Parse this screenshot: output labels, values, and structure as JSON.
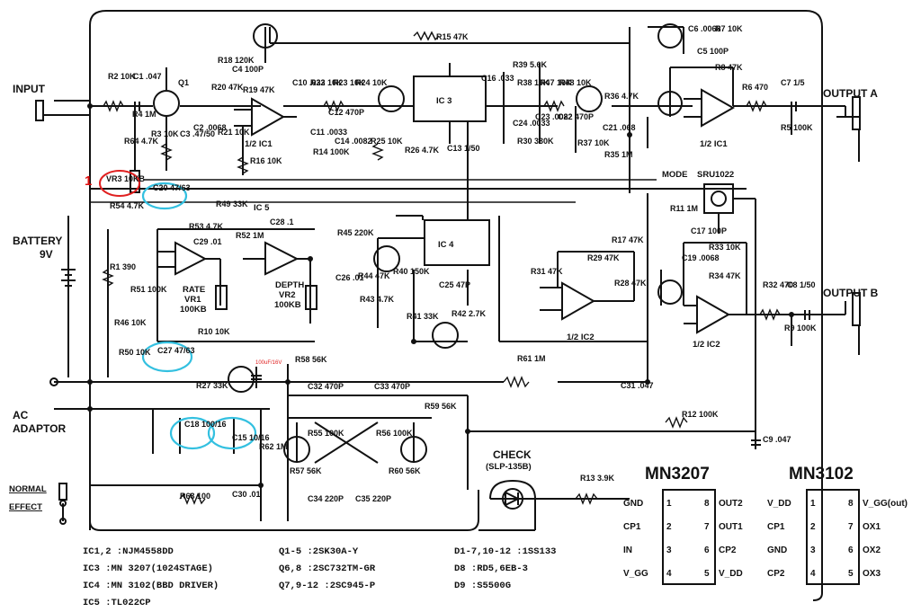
{
  "io": {
    "input": "INPUT",
    "output_a": "OUTPUT A",
    "output_b": "OUTPUT B",
    "battery": "BATTERY",
    "battery_v": "9V",
    "ac": "AC",
    "adaptor": "ADAPTOR",
    "normal": "NORMAL",
    "effect": "EFFECT",
    "check": "CHECK",
    "check_part": "(SLP-135B)",
    "mode": "MODE",
    "mode_part": "SRU1022"
  },
  "annotations": {
    "marker_1": "1",
    "small_red_note": "100uF/16V"
  },
  "controls": {
    "rate": "RATE",
    "rate_vr": "VR1",
    "rate_val": "100KB",
    "depth": "DEPTH",
    "depth_vr": "VR2",
    "depth_val": "100KB"
  },
  "ic_labels": {
    "ic1_half_a": "1/2 IC1",
    "ic1_half_b": "1/2 IC1",
    "ic2_half_a": "1/2  IC2",
    "ic2_half_b": "1/2  IC2",
    "ic3": "IC 3",
    "ic4": "IC 4",
    "ic5": "IC 5"
  },
  "components": [
    {
      "id": "R2",
      "v": "10K"
    },
    {
      "id": "C1",
      "v": ".047"
    },
    {
      "id": "Q1",
      "v": ""
    },
    {
      "id": "R4",
      "v": "1M"
    },
    {
      "id": "R3",
      "v": "10K"
    },
    {
      "id": "C3",
      "v": ".47/50"
    },
    {
      "id": "C2",
      "v": ".0068"
    },
    {
      "id": "R20",
      "v": "47K"
    },
    {
      "id": "R21",
      "v": "10K"
    },
    {
      "id": "R18",
      "v": "120K"
    },
    {
      "id": "C4",
      "v": "100P"
    },
    {
      "id": "R19",
      "v": "47K"
    },
    {
      "id": "R16",
      "v": "10K"
    },
    {
      "id": "R15",
      "v": "47K"
    },
    {
      "id": "C10",
      "v": ".033"
    },
    {
      "id": "R22",
      "v": "10K"
    },
    {
      "id": "R23",
      "v": "10K"
    },
    {
      "id": "R24",
      "v": "10K"
    },
    {
      "id": "C11",
      "v": ".0033"
    },
    {
      "id": "C12",
      "v": "470P"
    },
    {
      "id": "C14",
      "v": ".0082"
    },
    {
      "id": "R14",
      "v": "100K"
    },
    {
      "id": "R25",
      "v": "10K"
    },
    {
      "id": "R26",
      "v": "4.7K"
    },
    {
      "id": "C13",
      "v": "1/50"
    },
    {
      "id": "C16",
      "v": ".033"
    },
    {
      "id": "R39",
      "v": "5.6K"
    },
    {
      "id": "R38",
      "v": "10K"
    },
    {
      "id": "R47",
      "v": "10K"
    },
    {
      "id": "R48",
      "v": "10K"
    },
    {
      "id": "C24",
      "v": ".0033"
    },
    {
      "id": "C23",
      "v": ".0082"
    },
    {
      "id": "C22",
      "v": "470P"
    },
    {
      "id": "R30",
      "v": "330K"
    },
    {
      "id": "R37",
      "v": "10K"
    },
    {
      "id": "R36",
      "v": "4.7K"
    },
    {
      "id": "C21",
      "v": ".068"
    },
    {
      "id": "R35",
      "v": "1M"
    },
    {
      "id": "C6",
      "v": ".0068"
    },
    {
      "id": "R7",
      "v": "10K"
    },
    {
      "id": "C5",
      "v": "100P"
    },
    {
      "id": "R8",
      "v": "47K"
    },
    {
      "id": "R6",
      "v": "470"
    },
    {
      "id": "C7",
      "v": "1/5"
    },
    {
      "id": "R5",
      "v": "100K"
    },
    {
      "id": "R54",
      "v": "4.7K"
    },
    {
      "id": "R64",
      "v": "4.7K"
    },
    {
      "id": "VR3",
      "v": "10KB"
    },
    {
      "id": "C20",
      "v": "47/63"
    },
    {
      "id": "R49",
      "v": "33K"
    },
    {
      "id": "R53",
      "v": "4.7K"
    },
    {
      "id": "C29",
      "v": ".01"
    },
    {
      "id": "R52",
      "v": "1M"
    },
    {
      "id": "C28",
      "v": ".1"
    },
    {
      "id": "R51",
      "v": "100K"
    },
    {
      "id": "R10",
      "v": "10K"
    },
    {
      "id": "R45",
      "v": "220K"
    },
    {
      "id": "R44",
      "v": "47K"
    },
    {
      "id": "R43",
      "v": "4.7K"
    },
    {
      "id": "C26",
      "v": ".01"
    },
    {
      "id": "R40",
      "v": "150K"
    },
    {
      "id": "R41",
      "v": "33K"
    },
    {
      "id": "R42",
      "v": "2.7K"
    },
    {
      "id": "C25",
      "v": "47P"
    },
    {
      "id": "R17",
      "v": "47K"
    },
    {
      "id": "R29",
      "v": "47K"
    },
    {
      "id": "R31",
      "v": "47K"
    },
    {
      "id": "R28",
      "v": "47K"
    },
    {
      "id": "R11",
      "v": "1M"
    },
    {
      "id": "C17",
      "v": "100P"
    },
    {
      "id": "C19",
      "v": ".0068"
    },
    {
      "id": "R33",
      "v": "10K"
    },
    {
      "id": "R34",
      "v": "47K"
    },
    {
      "id": "R32",
      "v": "470"
    },
    {
      "id": "C8",
      "v": "1/50"
    },
    {
      "id": "R9",
      "v": "100K"
    },
    {
      "id": "R1",
      "v": "390"
    },
    {
      "id": "R46",
      "v": "10K"
    },
    {
      "id": "C27",
      "v": "47/63"
    },
    {
      "id": "R50",
      "v": "10K"
    },
    {
      "id": "R58",
      "v": "56K"
    },
    {
      "id": "R61",
      "v": "1M"
    },
    {
      "id": "C31",
      "v": ".047"
    },
    {
      "id": "R27",
      "v": "33K"
    },
    {
      "id": "C18",
      "v": "100/16"
    },
    {
      "id": "C15",
      "v": "10/16"
    },
    {
      "id": "R62",
      "v": "1M"
    },
    {
      "id": "C32",
      "v": "470P"
    },
    {
      "id": "C33",
      "v": "470P"
    },
    {
      "id": "R55",
      "v": "100K"
    },
    {
      "id": "R56",
      "v": "100K"
    },
    {
      "id": "R59",
      "v": "56K"
    },
    {
      "id": "R57",
      "v": "56K"
    },
    {
      "id": "R60",
      "v": "56K"
    },
    {
      "id": "C34",
      "v": "220P"
    },
    {
      "id": "C35",
      "v": "220P"
    },
    {
      "id": "R12",
      "v": "100K"
    },
    {
      "id": "C9",
      "v": ".047"
    },
    {
      "id": "R63",
      "v": "100"
    },
    {
      "id": "C30",
      "v": ".01"
    },
    {
      "id": "R13",
      "v": "3.9K"
    }
  ],
  "chips": [
    {
      "name": "MN3207",
      "left": [
        "GND",
        "CP1",
        "IN",
        "V_GG"
      ],
      "left_nums": [
        "1",
        "2",
        "3",
        "4"
      ],
      "right": [
        "OUT2",
        "OUT1",
        "CP2",
        "V_DD"
      ],
      "right_nums": [
        "8",
        "7",
        "6",
        "5"
      ]
    },
    {
      "name": "MN3102",
      "left": [
        "V_DD",
        "CP1",
        "GND",
        "CP2"
      ],
      "left_nums": [
        "1",
        "2",
        "3",
        "4"
      ],
      "right": [
        "V_GG(out)",
        "OX1",
        "OX2",
        "OX3"
      ],
      "right_nums": [
        "8",
        "7",
        "6",
        "5"
      ]
    }
  ],
  "legend": [
    [
      "IC1,2 :NJM4558DD",
      "Q1-5 :2SK30A-Y",
      "D1-7,10-12 :1SS133"
    ],
    [
      "IC3   :MN 3207(1024STAGE)",
      "Q6,8 :2SC732TM-GR",
      "D8   :RD5,6EB-3"
    ],
    [
      "IC4   :MN 3102(BBD DRIVER)",
      "Q7,9-12 :2SC945-P",
      "D9   :S5500G"
    ],
    [
      "IC5   :TL022CP",
      "",
      ""
    ]
  ]
}
